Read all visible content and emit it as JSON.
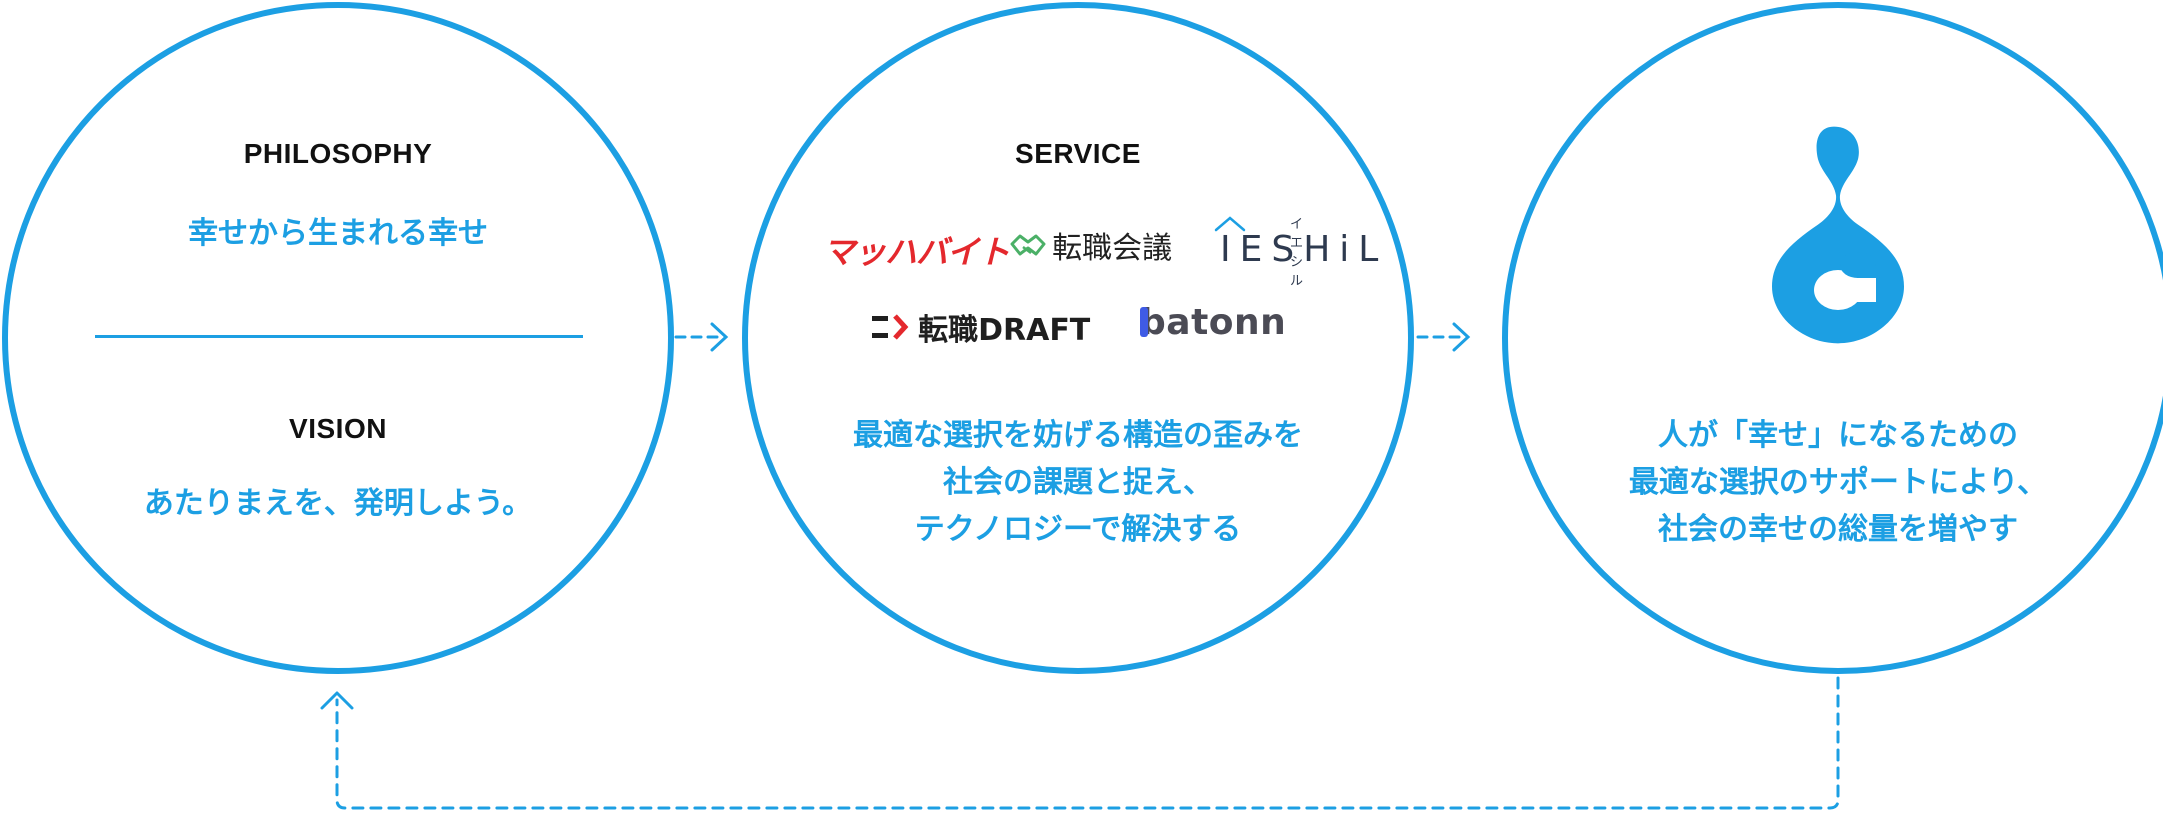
{
  "colors": {
    "accent": "#1c9fe3",
    "text": "#111111",
    "red": "#e4282d",
    "green": "#4bb067"
  },
  "philosophy": {
    "label": "PHILOSOPHY",
    "text": "幸せから生まれる幸せ"
  },
  "vision": {
    "label": "VISION",
    "text": "あたりまえを、発明しよう。"
  },
  "service": {
    "label": "SERVICE",
    "logos": [
      {
        "name": "マッハバイト",
        "icon": "mach-baito-logo"
      },
      {
        "name": "転職会議",
        "icon": "handshake-icon"
      },
      {
        "name": "IESHiL",
        "sub": "イエシル",
        "icon": "house-roof-icon"
      },
      {
        "name": "転職DRAFT",
        "icon": "draft-arrow-icon"
      },
      {
        "name": "batonn",
        "icon": "batonn-b-icon"
      }
    ],
    "lines": [
      "最適な選択を妨げる構造の歪みを",
      "社会の課題と捉え、",
      "テクノロジーで解決する"
    ]
  },
  "mission": {
    "icon": "drop-logo-icon",
    "lines": [
      "人が「幸せ」になるための",
      "最適な選択のサポートにより、",
      "社会の幸せの総量を増やす"
    ]
  }
}
